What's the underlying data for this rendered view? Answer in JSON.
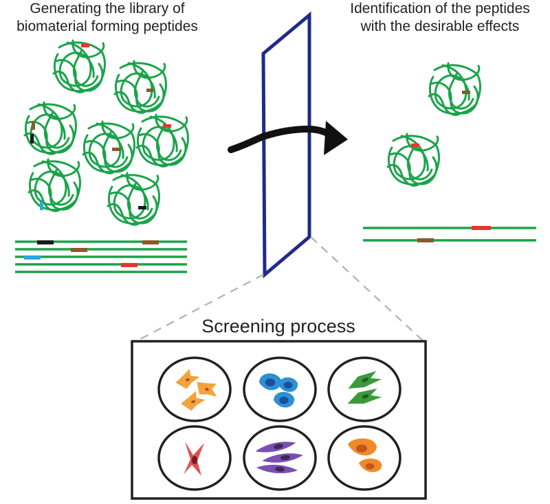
{
  "titles": {
    "library": [
      "Generating the library of",
      "biomaterial forming peptides"
    ],
    "identification": [
      "Identification of the peptides",
      "with the desirable effects"
    ],
    "screening": "Screening process"
  },
  "colors": {
    "peptide_green": "#1aa34a",
    "frame_blue": "#1f2a8a",
    "arrow_black": "#111111",
    "tag_red": "#e8352b",
    "tag_brown": "#8b5a2b",
    "tag_black": "#1a1a1a",
    "tag_cyan": "#2aa7e0"
  },
  "icons": {
    "peptide": "peptide-coil-icon",
    "sequence": "sequence-strand-icon",
    "filter": "screening-frame-icon",
    "arrow": "curved-arrow-icon",
    "well": "cell-well-icon"
  },
  "wells": [
    {
      "cell": "fibroblast",
      "color": "#f3a33a"
    },
    {
      "cell": "round-cell",
      "color": "#2d8fd5"
    },
    {
      "cell": "spindle-cell",
      "color": "#3a9a3a"
    },
    {
      "cell": "neuron-like",
      "color": "#e05050"
    },
    {
      "cell": "elongated-cell",
      "color": "#7b4fb0"
    },
    {
      "cell": "large-cell",
      "color": "#f08a28"
    }
  ]
}
